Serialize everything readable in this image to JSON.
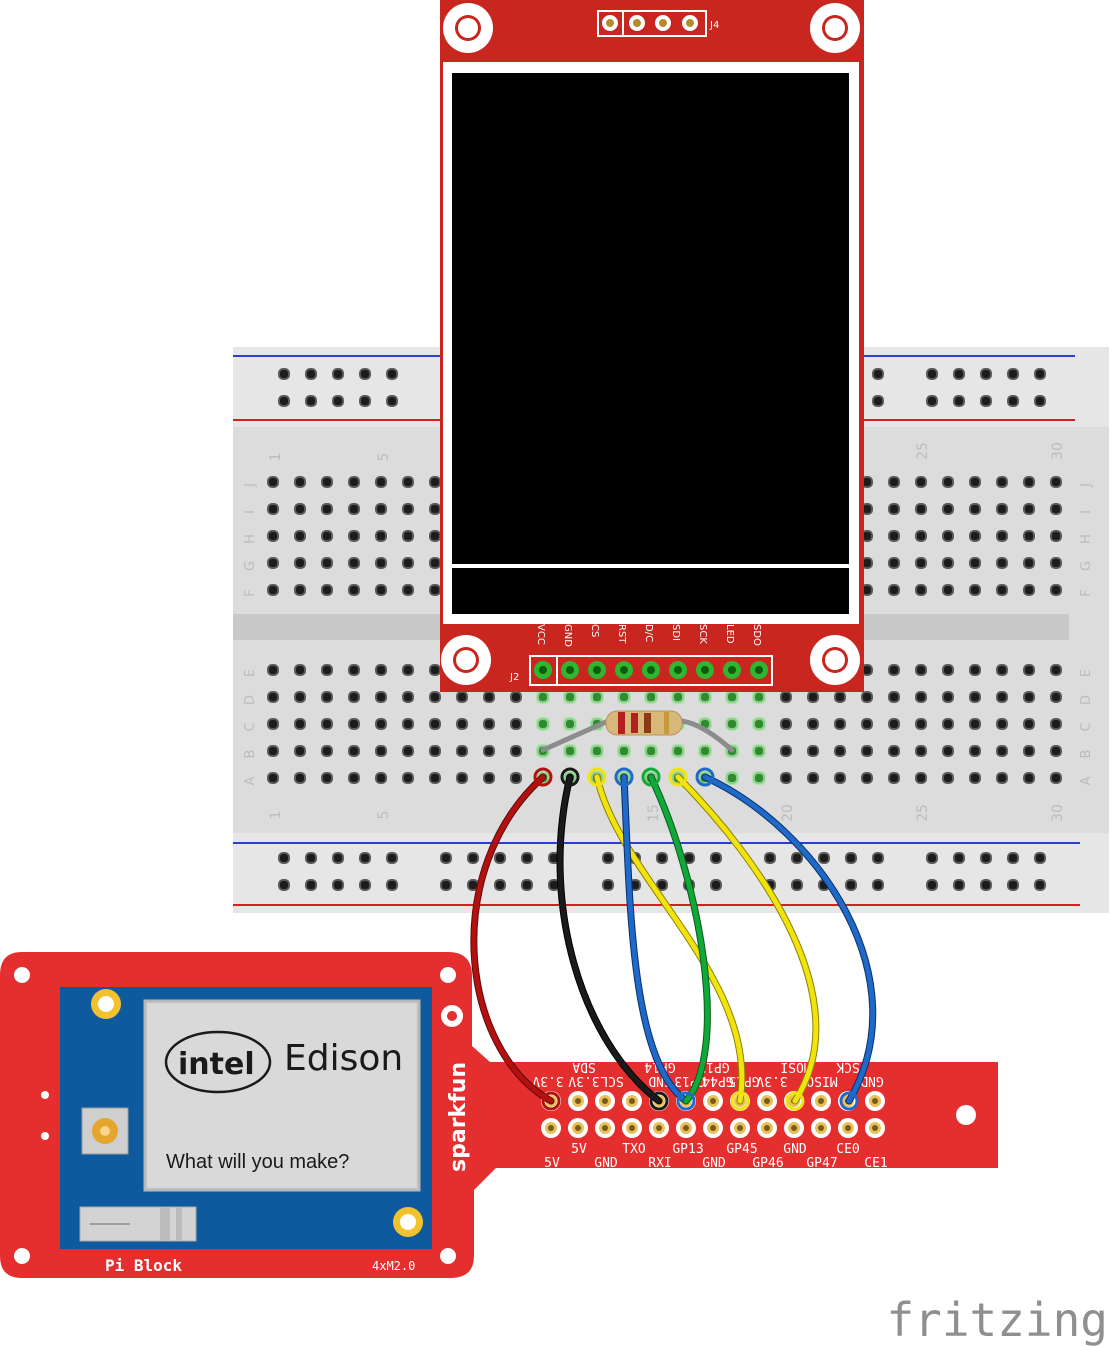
{
  "display": {
    "top_header": "J4",
    "bottom_header": "J2",
    "pins": [
      "VCC",
      "GND",
      "CS",
      "RST",
      "D/C",
      "SDI",
      "SCK",
      "LED",
      "SDO"
    ]
  },
  "breadboard": {
    "rows_left": [
      "J",
      "I",
      "H",
      "G",
      "F",
      "E",
      "D",
      "C",
      "B",
      "A"
    ],
    "rows_right": [
      "J",
      "I",
      "H",
      "G",
      "F",
      "E",
      "D",
      "C",
      "B",
      "A"
    ],
    "col_numbers_top": [
      "1",
      "5",
      "25",
      "30"
    ],
    "col_numbers_bottom": [
      "1",
      "5",
      "15",
      "20",
      "25",
      "30"
    ]
  },
  "edison": {
    "brand": "intel",
    "product": "Edison",
    "tagline": "What will you make?",
    "vendor": "sparkfun",
    "board_name": "Pi Block",
    "board_rev": "4xM2.0",
    "pins_top_upside": [
      "SDA",
      "GP14",
      "GP12",
      "MOSI",
      "SCK"
    ],
    "pins_top_row": [
      "3.3V",
      "3.3V",
      "SCL",
      "GND",
      "GP13",
      "GP44",
      "GP15",
      "3.3V",
      "MISO",
      "GND"
    ],
    "pins_bottom_row_a": [
      "5V",
      "TXO",
      "GP13",
      "GP45",
      "GND",
      "CE0"
    ],
    "pins_bottom_row_b": [
      "5V",
      "GND",
      "RXI",
      "GND",
      "GP46",
      "GP47",
      "CE1"
    ]
  },
  "footer": {
    "logo": "fritzing"
  },
  "colors": {
    "pcb_red": "#c8261f",
    "pi_block_red": "#e52e2e",
    "edison_blue": "#0f5a9e",
    "wire_red": "#b3100f",
    "wire_black": "#1a1a1a",
    "wire_blue": "#1f6ac9",
    "wire_green": "#11a83a",
    "wire_yellow": "#f2e20d",
    "wire_gray": "#8c8c8c"
  }
}
